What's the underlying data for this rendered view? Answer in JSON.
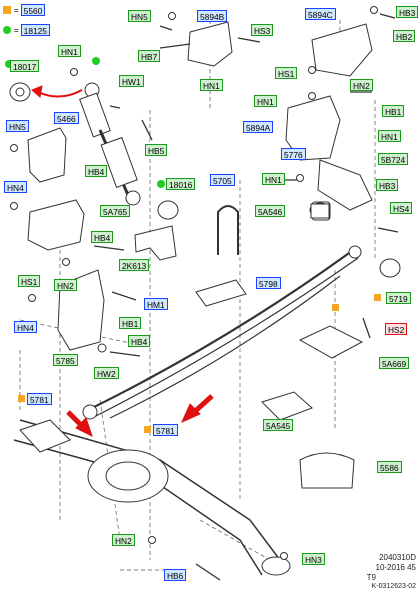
{
  "legend": [
    {
      "text": "5560",
      "marker": "square",
      "color": "#f5a623",
      "box": "blue"
    },
    {
      "text": "18125",
      "marker": "circle",
      "color": "#22cc22",
      "box": "blue"
    }
  ],
  "labels": {
    "hn5_top": "HN5",
    "c5894b": "5894B",
    "c5894c": "5894C",
    "hb3": "HB3",
    "hb7": "HB7",
    "hs3": "HS3",
    "hb2": "HB2",
    "hn1_a": "HN1",
    "hn1_b": "HN1",
    "c18017": "18017",
    "hw1": "HW1",
    "hs1_r": "HS1",
    "hn2_r": "HN2",
    "hn1_r": "HN1",
    "hb1_r": "HB1",
    "c5894a": "5894A",
    "hn5_l": "HN5",
    "c5466": "5466",
    "hb5": "HB5",
    "c5776": "5776",
    "c5b724": "5B724",
    "hn4_a": "HN4",
    "hb4_a": "HB4",
    "c18016": "18016",
    "c5705": "5705",
    "hn1_m": "HN1",
    "hb3_r": "HB3",
    "c5a765": "5A765",
    "c5a546": "5A546",
    "hs4": "HS4",
    "hb4_b": "HB4",
    "c2k613": "2K613",
    "hs1_l": "HS1",
    "hn2_l": "HN2",
    "c5798": "5798",
    "c5719": "5719",
    "hm1": "HM1",
    "hn4_b": "HN4",
    "hb1_l": "HB1",
    "hs2": "HS2",
    "hb4_c": "HB4",
    "c5a669": "5A669",
    "c5785": "5785",
    "hw2": "HW2",
    "c5781_l": "5781",
    "c5781_r": "5781",
    "c5a545": "5A545",
    "c5586": "5586",
    "hn2_b": "HN2",
    "hn3": "HN3",
    "hb6": "HB6"
  },
  "footer": {
    "line1": "2040310D",
    "line2": "10-2016 45",
    "line3": "T9",
    "line4": "K-0312623-02"
  },
  "colors": {
    "orange_marker": "#f5a623",
    "green_marker": "#22cc22",
    "arrow_red": "#e01010",
    "part_stroke": "#333333"
  }
}
